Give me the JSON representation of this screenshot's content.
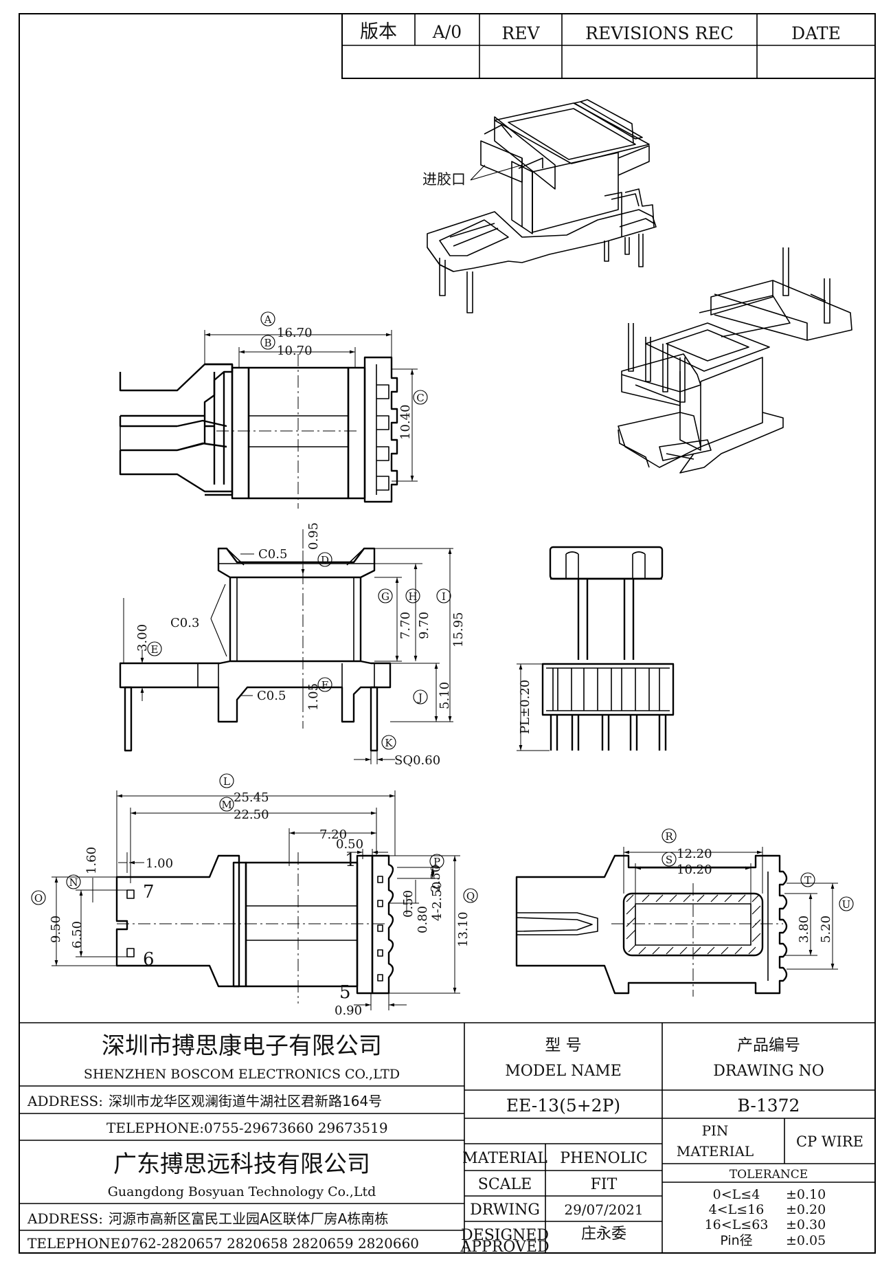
{
  "revision_block": {
    "version_label": "版本",
    "version_value": "A/0",
    "rev_header": "REV",
    "revisions_header": "REVISIONS REC",
    "date_header": "DATE"
  },
  "drawing": {
    "gate_note": "进胶口",
    "dimensions": {
      "A": "16.70",
      "B": "10.70",
      "C": "10.40",
      "D": "0.95",
      "E": "3.00",
      "F": "1.05",
      "G": "7.70",
      "H": "9.70",
      "I": "15.95",
      "J": "5.10",
      "K": "SQ0.60",
      "L": "25.45",
      "M": "22.50",
      "N": "1.60",
      "O": "9.50",
      "P": "2.50",
      "Q": "13.10",
      "R": "12.20",
      "S": "10.20",
      "T": "3.80",
      "U": "5.20"
    },
    "notes": {
      "chamfer_top": "C0.5",
      "chamfer_mid": "C0.3",
      "chamfer_bottom": "C0.5",
      "pin_length": "PL±0.20",
      "dim_1_00": "1.00",
      "dim_6_50": "6.50",
      "dim_7_20": "7.20",
      "dim_0_50_top": "0.50",
      "dim_0_50_side": "0.50",
      "dim_0_80": "0.80",
      "pitch": "4-2.50",
      "dim_0_90": "0.90"
    },
    "pin_numbers": {
      "p1": "1",
      "p5": "5",
      "p6": "6",
      "p7": "7"
    },
    "markers": {
      "A": "A",
      "B": "B",
      "C": "C",
      "D": "D",
      "E": "E",
      "F": "F",
      "G": "G",
      "H": "H",
      "I": "I",
      "J": "J",
      "K": "K",
      "L": "L",
      "M": "M",
      "N": "N",
      "O": "O",
      "P": "P",
      "Q": "Q",
      "R": "R",
      "S": "S",
      "T": "T",
      "U": "U"
    }
  },
  "title_block": {
    "company_cn": "深圳市搏思康电子有限公司",
    "company_en": "SHENZHEN BOSCOM ELECTRONICS CO.,LTD",
    "address_label": "ADDRESS:",
    "address_value": "深圳市龙华区观澜街道牛湖社区君新路164号",
    "telephone_label": "TELEPHONE:",
    "telephone_value": "0755-29673660 29673519",
    "company2_cn": "广东搏思远科技有限公司",
    "company2_en": "Guangdong Bosyuan Technology Co.,Ltd",
    "address2_label": "ADDRESS:",
    "address2_value": "河源市高新区富民工业园A区联体厂房A栋南栋",
    "telephone2_label": "TELEPHONE:",
    "telephone2_value": "0762-2820657 2820658 2820659 2820660",
    "model_cn": "型    号",
    "model_en": "MODEL NAME",
    "drawing_no_cn": "产品编号",
    "drawing_no_en": "DRAWING NO",
    "model_value": "EE-13(5+2P)",
    "drawing_no_value": "B-1372",
    "material_label": "MATERIAL",
    "material_value": "PHENOLIC",
    "scale_label": "SCALE",
    "scale_value": "FIT",
    "drawing_label": "DRWING",
    "drawing_value": "29/07/2021",
    "designed_label": "DESIGNED",
    "designed_value": "庄永委",
    "approved_label": "APPROVED",
    "approved_value": "",
    "pin_material_label_1": "PIN",
    "pin_material_label_2": "MATERIAL",
    "pin_material_value": "CP WIRE",
    "tolerance_header": "TOLERANCE",
    "tolerances": [
      {
        "range": "0<L≤4",
        "value": "±0.10"
      },
      {
        "range": "4<L≤16",
        "value": "±0.20"
      },
      {
        "range": "16<L≤63",
        "value": "±0.30"
      },
      {
        "range": "Pin径",
        "value": "±0.05"
      }
    ]
  }
}
